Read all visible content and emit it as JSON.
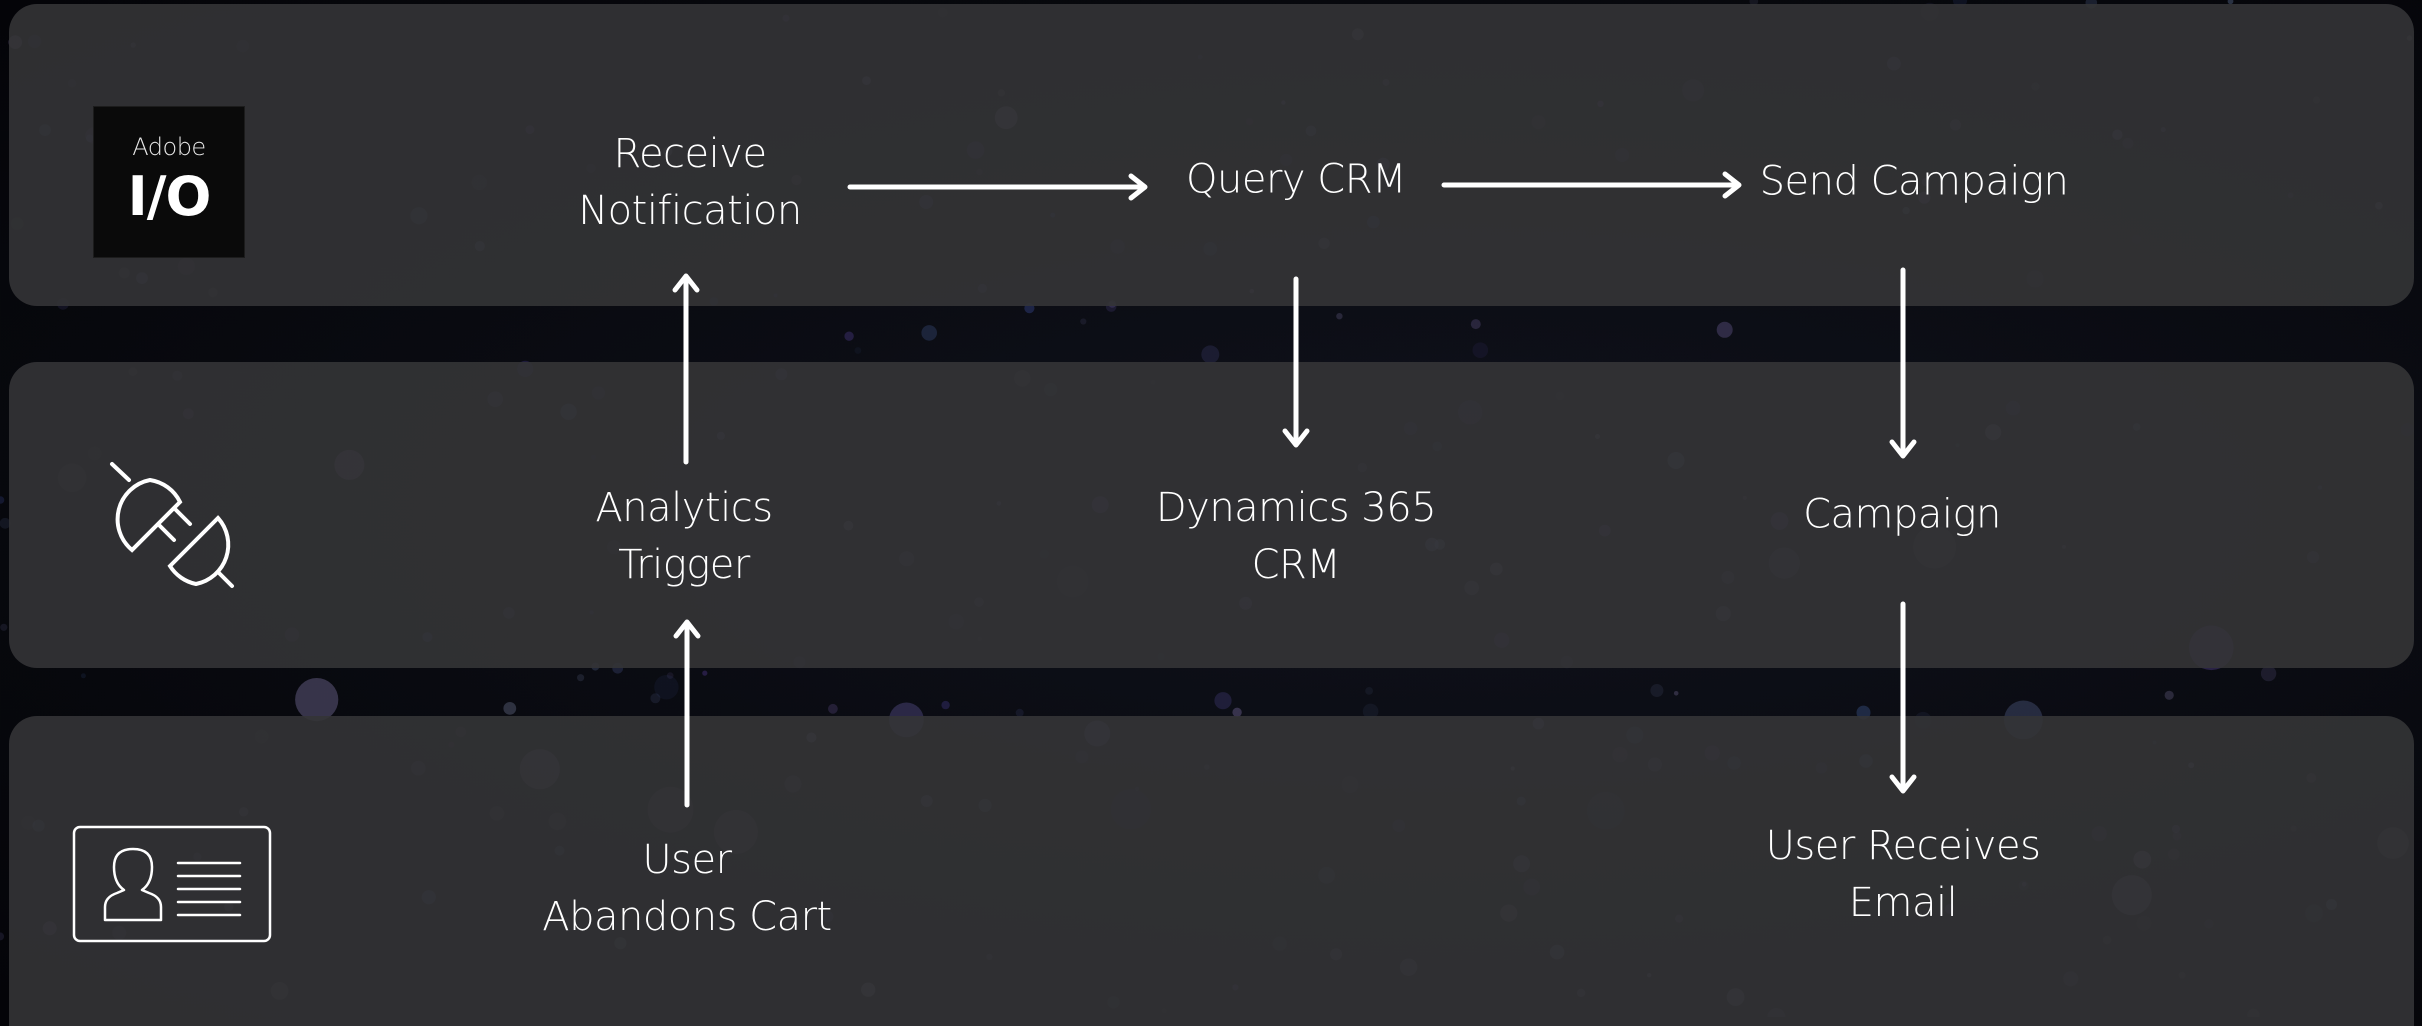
{
  "logo": {
    "brand": "Adobe",
    "product": "I/O"
  },
  "lanes": {
    "top": {
      "icon": "adobe-io-logo",
      "nodes": {
        "receive_notification": [
          "Receive",
          "Notification"
        ],
        "query_crm": [
          "Query CRM"
        ],
        "send_campaign": [
          "Send Campaign"
        ]
      }
    },
    "middle": {
      "icon": "plug-icon",
      "nodes": {
        "analytics_trigger": [
          "Analytics",
          "Trigger"
        ],
        "dynamics_crm": [
          "Dynamics 365",
          "CRM"
        ],
        "campaign": [
          "Campaign"
        ]
      }
    },
    "bottom": {
      "icon": "profile-card-icon",
      "nodes": {
        "user_abandons_cart": [
          "User",
          "Abandons Cart"
        ],
        "user_receives_email": [
          "User Receives",
          "Email"
        ]
      }
    }
  },
  "edges": [
    {
      "from": "User Abandons Cart",
      "to": "Analytics Trigger"
    },
    {
      "from": "Analytics Trigger",
      "to": "Receive Notification"
    },
    {
      "from": "Receive Notification",
      "to": "Query CRM"
    },
    {
      "from": "Query CRM",
      "to": "Dynamics 365 CRM"
    },
    {
      "from": "Query CRM",
      "to": "Send Campaign"
    },
    {
      "from": "Send Campaign",
      "to": "Campaign"
    },
    {
      "from": "Campaign",
      "to": "User Receives Email"
    }
  ],
  "colors": {
    "background": "#07080d",
    "lane": "#343436",
    "arrow": "#ffffff",
    "text": "#ffffff"
  }
}
